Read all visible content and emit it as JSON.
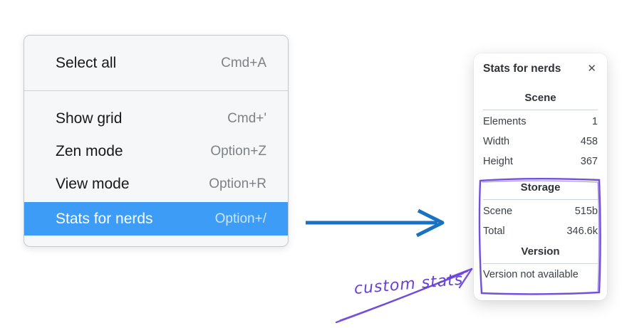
{
  "colors": {
    "menu_highlight": "#3d9df6",
    "arrow_blue": "#1971c2",
    "annotation_purple": "#6741d9"
  },
  "context_menu": {
    "top_section": [
      {
        "label": "Select all",
        "shortcut": "Cmd+A"
      }
    ],
    "bottom_section": [
      {
        "label": "Show grid",
        "shortcut": "Cmd+'"
      },
      {
        "label": "Zen mode",
        "shortcut": "Option+Z"
      },
      {
        "label": "View mode",
        "shortcut": "Option+R"
      },
      {
        "label": "Stats for nerds",
        "shortcut": "Option+/"
      }
    ]
  },
  "stats_panel": {
    "title": "Stats for nerds",
    "close_icon": "✕",
    "scene_section": {
      "header": "Scene",
      "rows": [
        {
          "label": "Elements",
          "value": "1"
        },
        {
          "label": "Width",
          "value": "458"
        },
        {
          "label": "Height",
          "value": "367"
        }
      ]
    },
    "storage_section": {
      "header": "Storage",
      "rows": [
        {
          "label": "Scene",
          "value": "515b"
        },
        {
          "label": "Total",
          "value": "346.6k"
        }
      ]
    },
    "version_section": {
      "header": "Version",
      "note": "Version not available"
    }
  },
  "annotation": {
    "label": "custom stats"
  }
}
